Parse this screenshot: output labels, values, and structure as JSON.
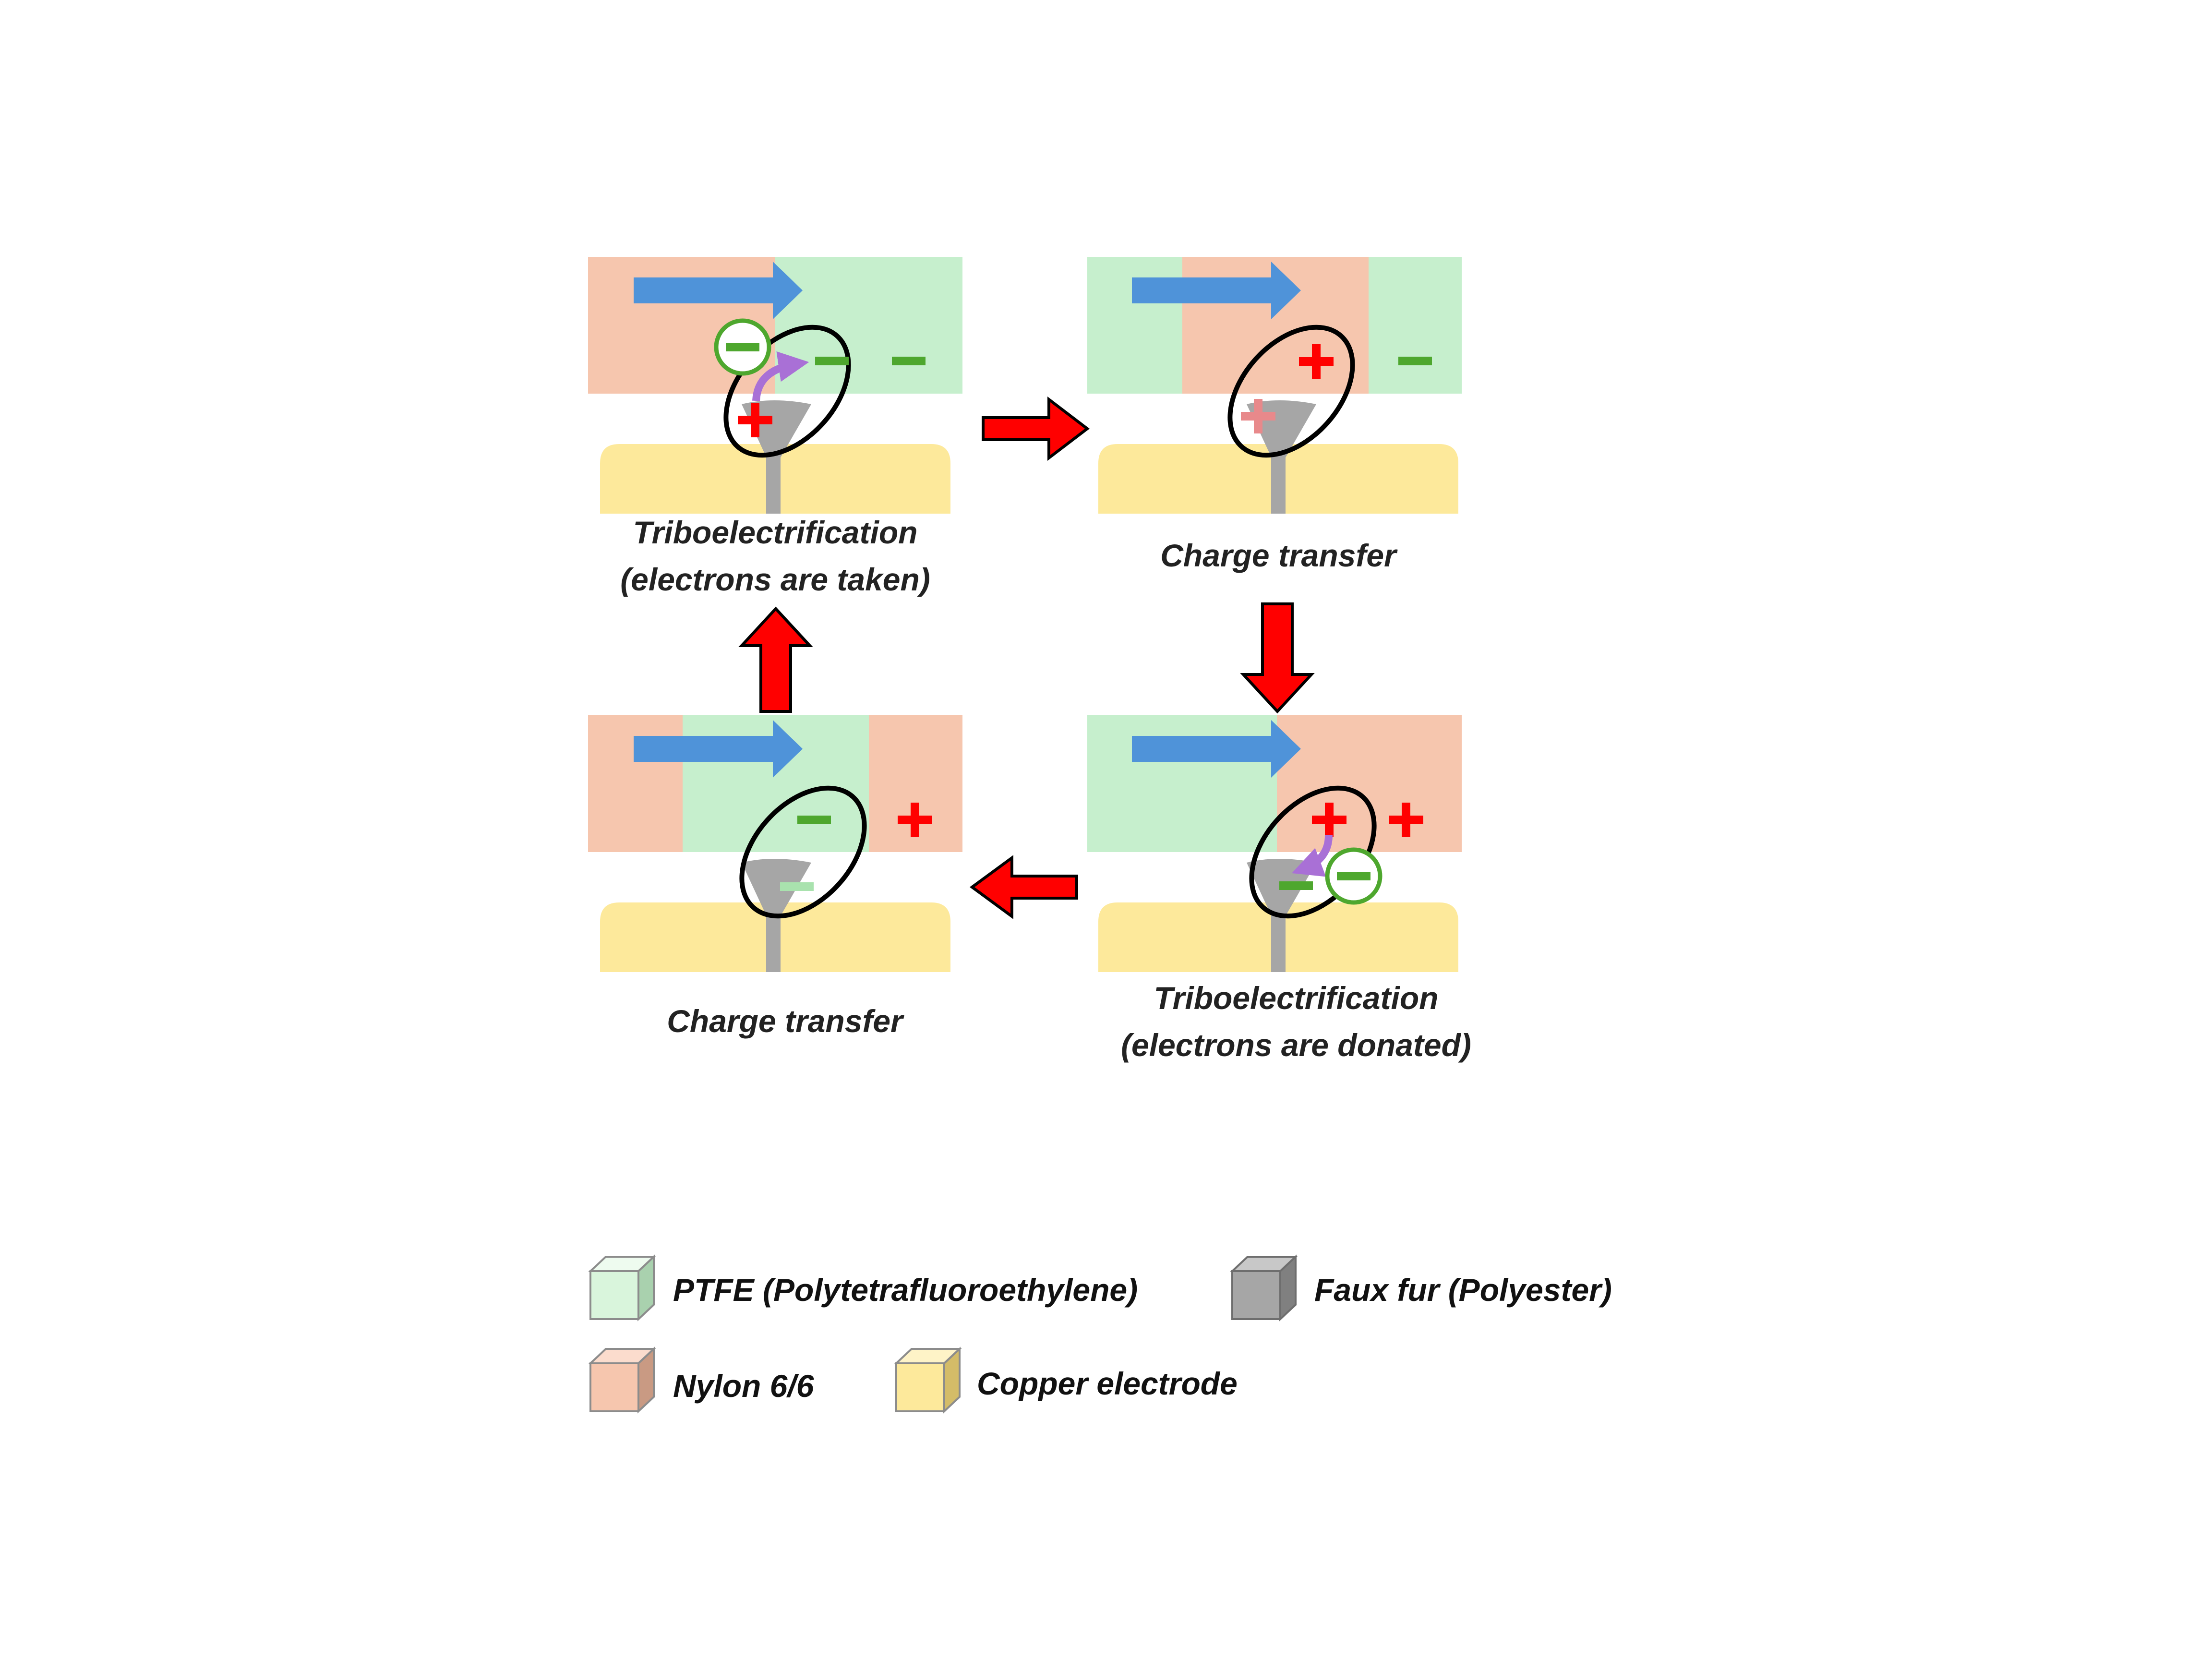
{
  "panels": [
    {
      "id": "p1",
      "caption_line1": "Triboelectrification",
      "caption_line2": "(electrons are taken)"
    },
    {
      "id": "p2",
      "caption_line1": "Charge transfer"
    },
    {
      "id": "p3",
      "caption_line1": "Triboelectrification",
      "caption_line2": "(electrons are donated)"
    },
    {
      "id": "p4",
      "caption_line1": "Charge transfer"
    }
  ],
  "legend": [
    {
      "id": "ptfe",
      "label": "PTFE (Polytetrafluoroethylene)",
      "color": "#c6efcd"
    },
    {
      "id": "faux",
      "label": "Faux fur (Polyester)",
      "color": "#a6a6a6"
    },
    {
      "id": "nylon",
      "label": "Nylon 6/6",
      "color": "#f6c6ae"
    },
    {
      "id": "copper",
      "label": "Copper electrode",
      "color": "#fde99b"
    }
  ],
  "colors": {
    "ptfe": "#c6efcd",
    "nylon": "#f6c6ae",
    "copper": "#fde99b",
    "fur": "#a6a6a6",
    "motion_arrow": "#4f93d9",
    "cycle_arrow": "#ff0000",
    "electron_transfer_arrow": "#a970d6",
    "negative_charge": "#4ea72e",
    "positive_charge": "#ff0000"
  },
  "icons": {
    "motion": "arrow-right-blue",
    "cycle": "arrow-block-red",
    "transfer": "arrow-curved-purple",
    "electron": "electron-circle-minus",
    "contact": "contact-ellipse"
  }
}
